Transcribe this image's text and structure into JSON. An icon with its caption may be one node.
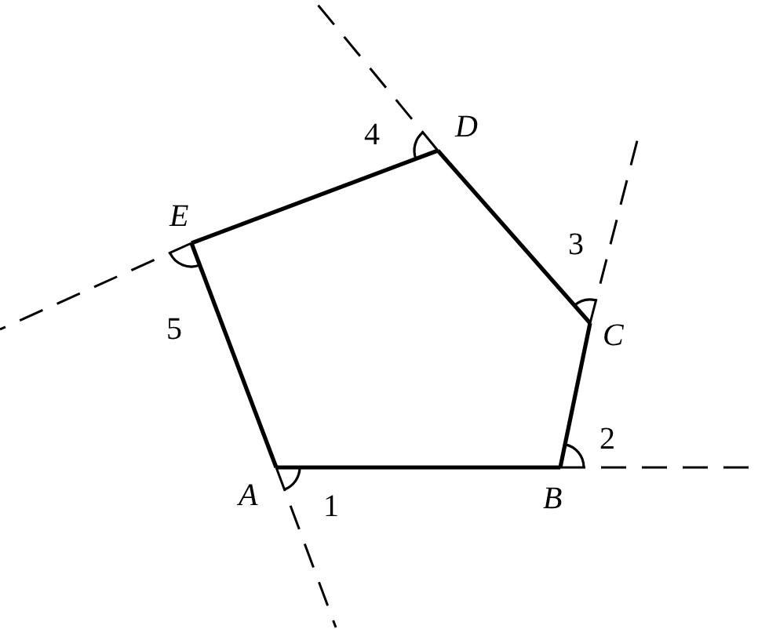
{
  "diagram": {
    "nodes": [
      {
        "text": [
          "A"
        ]
      },
      {
        "text": [
          "B"
        ]
      },
      {
        "text": [
          "C"
        ]
      },
      {
        "text": [
          "D"
        ]
      },
      {
        "text": [
          "E"
        ]
      }
    ],
    "edges": [
      {
        "from": 0,
        "to": 1,
        "arrow": "none"
      },
      {
        "from": 1,
        "to": 2,
        "arrow": "none"
      },
      {
        "from": 2,
        "to": 3,
        "arrow": "none"
      },
      {
        "from": 3,
        "to": 4,
        "arrow": "none"
      },
      {
        "from": 4,
        "to": 0,
        "arrow": "none"
      },
      {
        "from": 0,
        "to": null,
        "arrow": "none",
        "style": "dashed"
      },
      {
        "from": 1,
        "to": null,
        "arrow": "none",
        "style": "dashed"
      },
      {
        "from": 2,
        "to": null,
        "arrow": "none",
        "style": "dashed"
      },
      {
        "from": 3,
        "to": null,
        "arrow": "none",
        "style": "dashed"
      },
      {
        "from": 4,
        "to": null,
        "arrow": "none",
        "style": "dashed"
      }
    ],
    "labels": [
      "1",
      "2",
      "3",
      "4",
      "5"
    ]
  }
}
